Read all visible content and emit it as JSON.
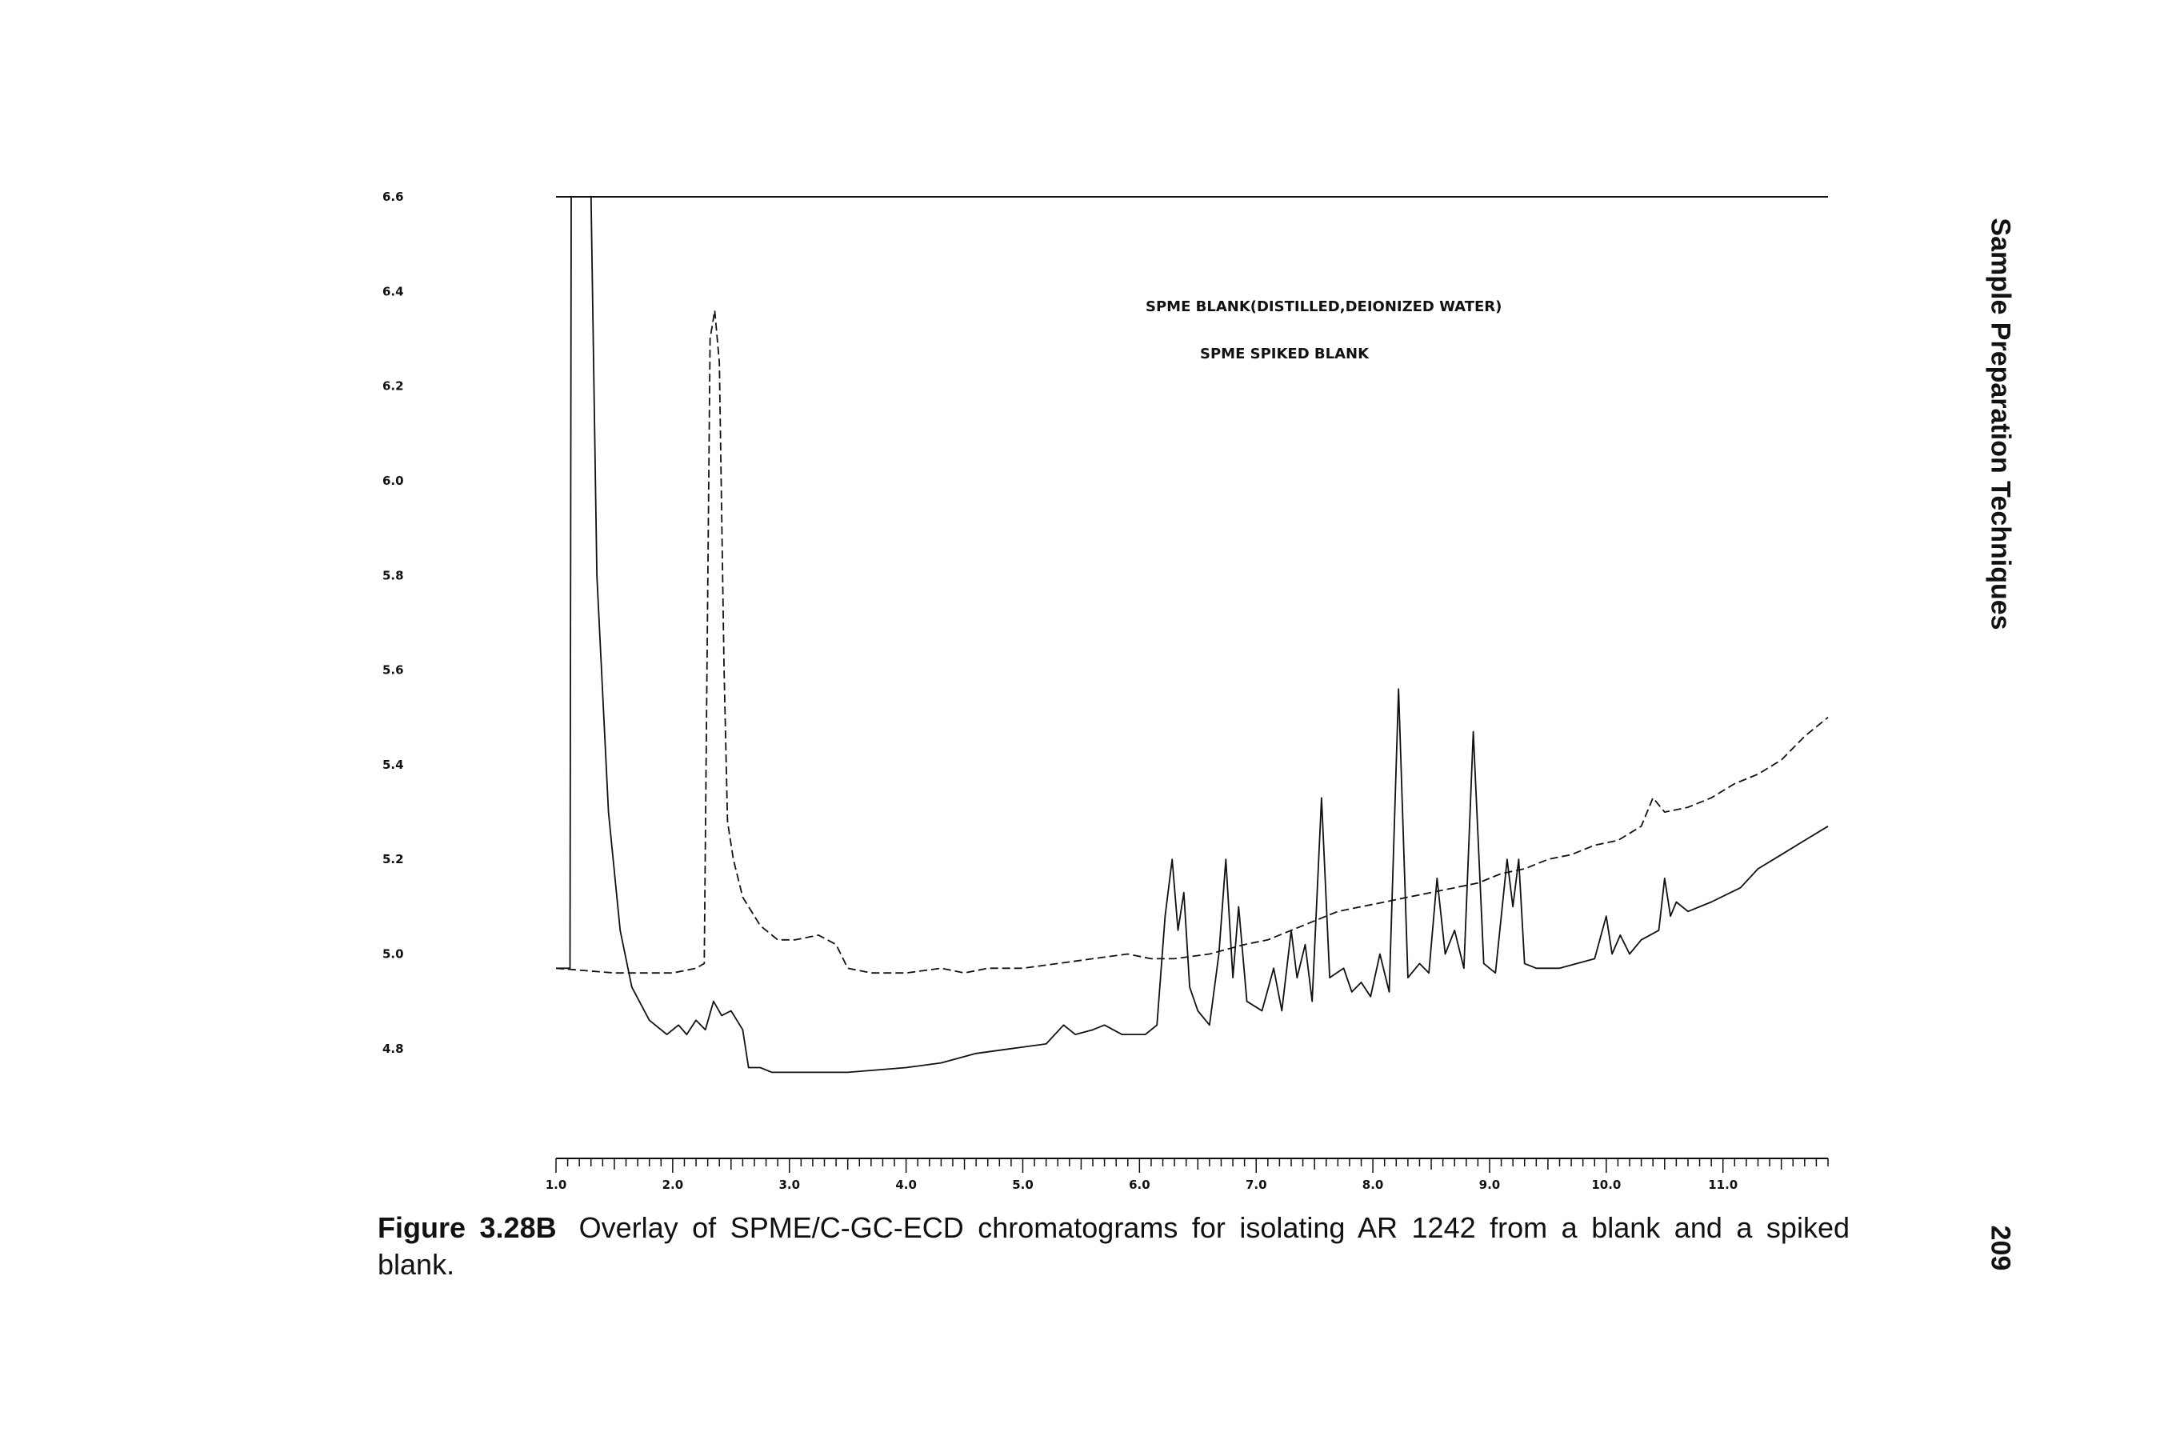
{
  "caption": {
    "label": "Figure 3.28B",
    "text": "Overlay of SPME/C-GC-ECD chromatograms for isolating AR 1242 from a blank and a spiked blank."
  },
  "running_head": "Sample Preparation Techniques",
  "page_number": "209",
  "chart_data": {
    "type": "line",
    "title": "",
    "xlabel": "",
    "ylabel": "",
    "xlim": [
      1.0,
      11.9
    ],
    "ylim": [
      4.7,
      6.6
    ],
    "grid": false,
    "legend": {
      "placement": "top-center",
      "entries": [
        "SPME BLANK(DISTILLED,DEIONIZED WATER)",
        "SPME SPIKED BLANK"
      ]
    },
    "x_ticks": [
      "1.0",
      "2.0",
      "3.0",
      "4.0",
      "5.0",
      "6.0",
      "7.0",
      "8.0",
      "9.0",
      "10.0",
      "11.0"
    ],
    "y_ticks": [
      "6.6",
      "6.4",
      "6.2",
      "6.0",
      "5.8",
      "5.6",
      "5.4",
      "5.2",
      "5.0",
      "4.8"
    ],
    "series": [
      {
        "name": "SPME BLANK(DISTILLED,DEIONIZED WATER)",
        "color": "#111111",
        "dash": "solid",
        "points": [
          [
            1.0,
            4.97
          ],
          [
            1.12,
            4.97
          ],
          [
            1.13,
            6.6
          ],
          [
            1.3,
            6.6
          ],
          [
            1.35,
            5.8
          ],
          [
            1.45,
            5.3
          ],
          [
            1.55,
            5.05
          ],
          [
            1.65,
            4.93
          ],
          [
            1.8,
            4.86
          ],
          [
            1.95,
            4.83
          ],
          [
            2.05,
            4.85
          ],
          [
            2.12,
            4.83
          ],
          [
            2.2,
            4.86
          ],
          [
            2.28,
            4.84
          ],
          [
            2.35,
            4.9
          ],
          [
            2.42,
            4.87
          ],
          [
            2.5,
            4.88
          ],
          [
            2.55,
            4.86
          ],
          [
            2.6,
            4.84
          ],
          [
            2.65,
            4.76
          ],
          [
            2.75,
            4.76
          ],
          [
            2.85,
            4.75
          ],
          [
            3.0,
            4.75
          ],
          [
            3.5,
            4.75
          ],
          [
            4.0,
            4.76
          ],
          [
            4.3,
            4.77
          ],
          [
            4.6,
            4.79
          ],
          [
            4.9,
            4.8
          ],
          [
            5.2,
            4.81
          ],
          [
            5.35,
            4.85
          ],
          [
            5.45,
            4.83
          ],
          [
            5.6,
            4.84
          ],
          [
            5.7,
            4.85
          ],
          [
            5.85,
            4.83
          ],
          [
            6.05,
            4.83
          ],
          [
            6.15,
            4.85
          ],
          [
            6.22,
            5.08
          ],
          [
            6.28,
            5.2
          ],
          [
            6.33,
            5.05
          ],
          [
            6.38,
            5.13
          ],
          [
            6.43,
            4.93
          ],
          [
            6.5,
            4.88
          ],
          [
            6.6,
            4.85
          ],
          [
            6.68,
            5.0
          ],
          [
            6.74,
            5.2
          ],
          [
            6.8,
            4.95
          ],
          [
            6.85,
            5.1
          ],
          [
            6.92,
            4.9
          ],
          [
            7.05,
            4.88
          ],
          [
            7.15,
            4.97
          ],
          [
            7.22,
            4.88
          ],
          [
            7.3,
            5.05
          ],
          [
            7.35,
            4.95
          ],
          [
            7.42,
            5.02
          ],
          [
            7.48,
            4.9
          ],
          [
            7.56,
            5.33
          ],
          [
            7.63,
            4.95
          ],
          [
            7.75,
            4.97
          ],
          [
            7.82,
            4.92
          ],
          [
            7.9,
            4.94
          ],
          [
            7.98,
            4.91
          ],
          [
            8.06,
            5.0
          ],
          [
            8.14,
            4.92
          ],
          [
            8.22,
            5.56
          ],
          [
            8.3,
            4.95
          ],
          [
            8.4,
            4.98
          ],
          [
            8.48,
            4.96
          ],
          [
            8.55,
            5.16
          ],
          [
            8.62,
            5.0
          ],
          [
            8.7,
            5.05
          ],
          [
            8.78,
            4.97
          ],
          [
            8.86,
            5.47
          ],
          [
            8.95,
            4.98
          ],
          [
            9.05,
            4.96
          ],
          [
            9.15,
            5.2
          ],
          [
            9.2,
            5.1
          ],
          [
            9.25,
            5.2
          ],
          [
            9.3,
            4.98
          ],
          [
            9.4,
            4.97
          ],
          [
            9.6,
            4.97
          ],
          [
            9.9,
            4.99
          ],
          [
            10.0,
            5.08
          ],
          [
            10.05,
            5.0
          ],
          [
            10.12,
            5.04
          ],
          [
            10.2,
            5.0
          ],
          [
            10.3,
            5.03
          ],
          [
            10.45,
            5.05
          ],
          [
            10.5,
            5.16
          ],
          [
            10.55,
            5.08
          ],
          [
            10.6,
            5.11
          ],
          [
            10.7,
            5.09
          ],
          [
            10.9,
            5.11
          ],
          [
            11.15,
            5.14
          ],
          [
            11.3,
            5.18
          ],
          [
            11.5,
            5.21
          ],
          [
            11.7,
            5.24
          ],
          [
            11.9,
            5.27
          ]
        ]
      },
      {
        "name": "SPME SPIKED BLANK",
        "color": "#111111",
        "dash": "dashed",
        "points": [
          [
            1.0,
            4.97
          ],
          [
            1.5,
            4.96
          ],
          [
            1.8,
            4.96
          ],
          [
            2.0,
            4.96
          ],
          [
            2.2,
            4.97
          ],
          [
            2.27,
            4.98
          ],
          [
            2.32,
            6.3
          ],
          [
            2.36,
            6.36
          ],
          [
            2.4,
            6.25
          ],
          [
            2.44,
            5.6
          ],
          [
            2.47,
            5.28
          ],
          [
            2.52,
            5.2
          ],
          [
            2.6,
            5.12
          ],
          [
            2.75,
            5.06
          ],
          [
            2.9,
            5.03
          ],
          [
            3.05,
            5.03
          ],
          [
            3.25,
            5.04
          ],
          [
            3.4,
            5.02
          ],
          [
            3.5,
            4.97
          ],
          [
            3.7,
            4.96
          ],
          [
            4.0,
            4.96
          ],
          [
            4.3,
            4.97
          ],
          [
            4.5,
            4.96
          ],
          [
            4.7,
            4.97
          ],
          [
            5.0,
            4.97
          ],
          [
            5.3,
            4.98
          ],
          [
            5.6,
            4.99
          ],
          [
            5.9,
            5.0
          ],
          [
            6.1,
            4.99
          ],
          [
            6.3,
            4.99
          ],
          [
            6.6,
            5.0
          ],
          [
            6.9,
            5.02
          ],
          [
            7.1,
            5.03
          ],
          [
            7.3,
            5.05
          ],
          [
            7.5,
            5.07
          ],
          [
            7.7,
            5.09
          ],
          [
            7.9,
            5.1
          ],
          [
            8.1,
            5.11
          ],
          [
            8.3,
            5.12
          ],
          [
            8.5,
            5.13
          ],
          [
            8.7,
            5.14
          ],
          [
            8.9,
            5.15
          ],
          [
            9.1,
            5.17
          ],
          [
            9.3,
            5.18
          ],
          [
            9.5,
            5.2
          ],
          [
            9.7,
            5.21
          ],
          [
            9.9,
            5.23
          ],
          [
            10.1,
            5.24
          ],
          [
            10.3,
            5.27
          ],
          [
            10.4,
            5.33
          ],
          [
            10.5,
            5.3
          ],
          [
            10.7,
            5.31
          ],
          [
            10.9,
            5.33
          ],
          [
            11.1,
            5.36
          ],
          [
            11.3,
            5.38
          ],
          [
            11.5,
            5.41
          ],
          [
            11.7,
            5.46
          ],
          [
            11.9,
            5.5
          ]
        ]
      }
    ]
  }
}
